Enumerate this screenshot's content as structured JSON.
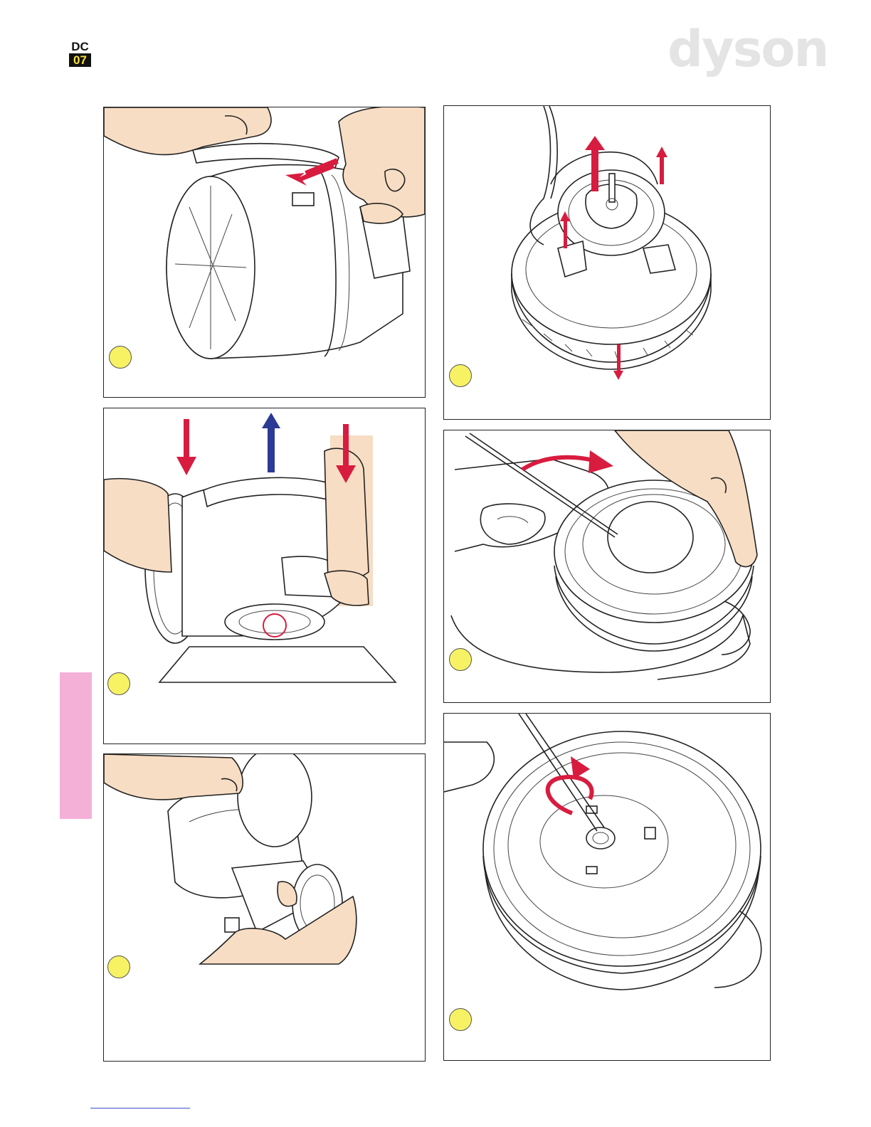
{
  "header": {
    "model_top": "DC",
    "model_bottom": "07",
    "brand": "dyson"
  },
  "colors": {
    "badge": "#f7f263",
    "arrow_red": "#d81c3f",
    "arrow_blue": "#2b3a94",
    "side_tab": "#f5b0d8",
    "skin": "#f7ddc4"
  },
  "panels": [
    {
      "id": "step-1",
      "illustration": "hand-pulling-tab-on-motor-housing-icon"
    },
    {
      "id": "step-2",
      "illustration": "motor-housing-push-down-lift-up-icon"
    },
    {
      "id": "step-3",
      "illustration": "hands-separating-motor-from-housing-icon"
    },
    {
      "id": "step-4",
      "illustration": "motor-wires-and-clips-removal-icon"
    },
    {
      "id": "step-5",
      "illustration": "screwdriver-rotate-filter-cover-icon"
    },
    {
      "id": "step-6",
      "illustration": "screwdriver-unscrew-center-screw-icon"
    }
  ]
}
